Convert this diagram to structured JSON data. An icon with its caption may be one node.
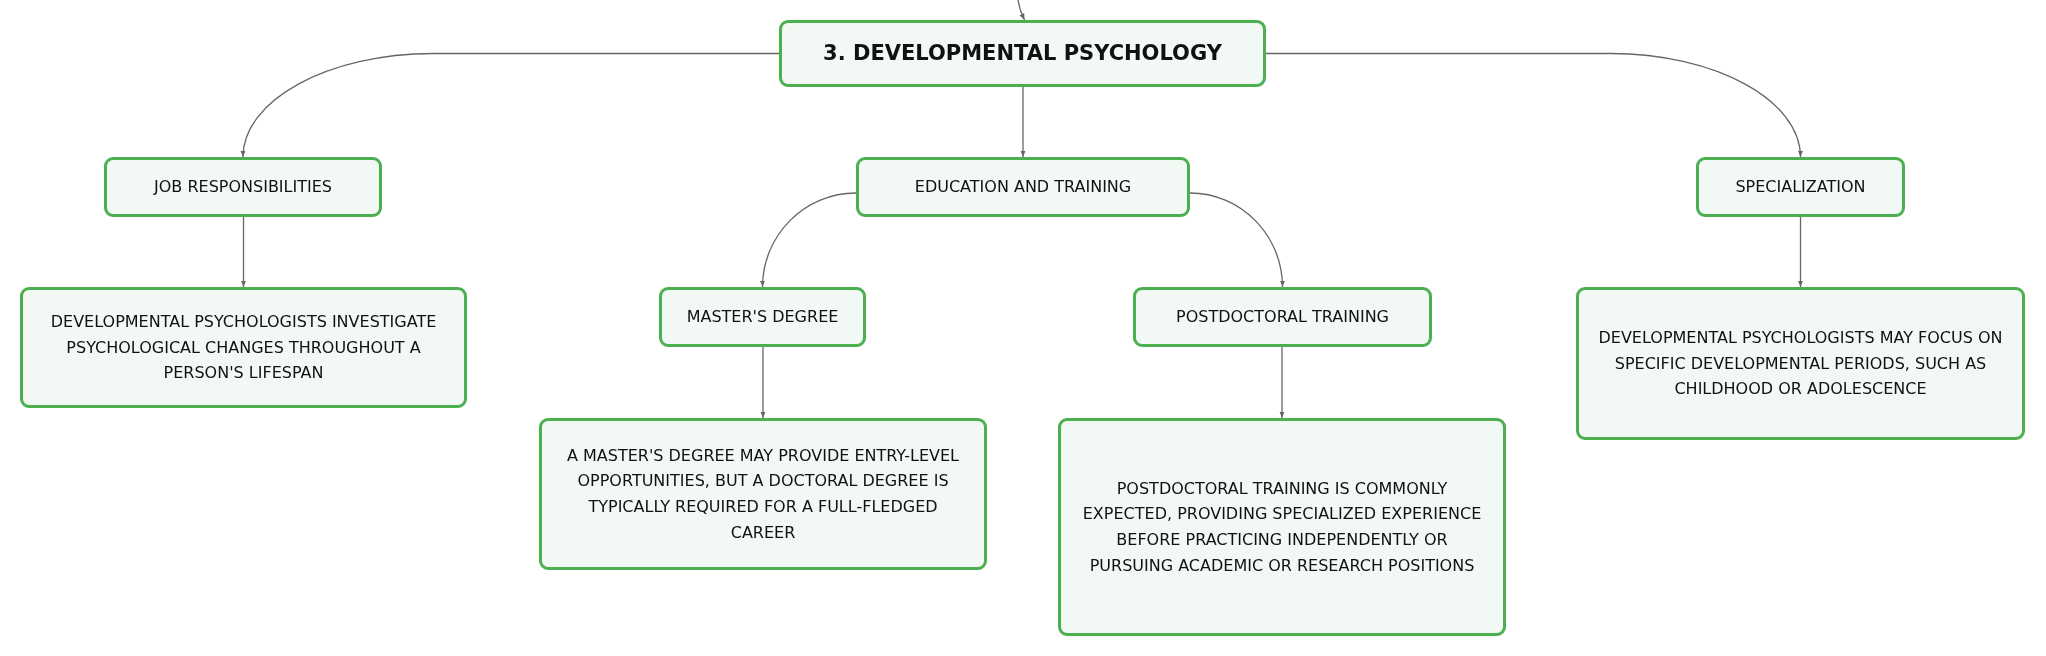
{
  "diagram": {
    "nodes": [
      {
        "text": [
          "3. DEVELOPMENTAL PSYCHOLOGY"
        ]
      },
      {
        "text": [
          "JOB RESPONSIBILITIES"
        ]
      },
      {
        "text": [
          "EDUCATION AND TRAINING"
        ]
      },
      {
        "text": [
          "SPECIALIZATION"
        ]
      },
      {
        "text": [
          "DEVELOPMENTAL PSYCHOLOGISTS INVESTIGATE PSYCHOLOGICAL CHANGES THROUGHOUT A PERSON'S LIFESPAN"
        ]
      },
      {
        "text": [
          "MASTER'S DEGREE"
        ]
      },
      {
        "text": [
          "POSTDOCTORAL TRAINING"
        ]
      },
      {
        "text": [
          "DEVELOPMENTAL PSYCHOLOGISTS MAY FOCUS ON SPECIFIC DEVELOPMENTAL PERIODS, SUCH AS CHILDHOOD OR ADOLESCENCE"
        ]
      },
      {
        "text": [
          "A MASTER'S DEGREE MAY PROVIDE ENTRY-LEVEL OPPORTUNITIES, BUT A DOCTORAL DEGREE IS TYPICALLY REQUIRED FOR A FULL-FLEDGED CAREER"
        ]
      },
      {
        "text": [
          "POSTDOCTORAL TRAINING IS COMMONLY EXPECTED, PROVIDING SPECIALIZED EXPERIENCE BEFORE PRACTICING INDEPENDENTLY OR PURSUING ACADEMIC OR RESEARCH POSITIONS"
        ]
      }
    ],
    "edges": [
      {
        "from": null,
        "to": 0,
        "arrow": "to"
      },
      {
        "from": 0,
        "to": 1,
        "arrow": "to"
      },
      {
        "from": 0,
        "to": 2,
        "arrow": "to"
      },
      {
        "from": 0,
        "to": 3,
        "arrow": "to"
      },
      {
        "from": 1,
        "to": 4,
        "arrow": "to"
      },
      {
        "from": 2,
        "to": 5,
        "arrow": "to"
      },
      {
        "from": 2,
        "to": 6,
        "arrow": "to"
      },
      {
        "from": 3,
        "to": 7,
        "arrow": "to"
      },
      {
        "from": 5,
        "to": 8,
        "arrow": "to"
      },
      {
        "from": 6,
        "to": 9,
        "arrow": "to"
      }
    ]
  }
}
